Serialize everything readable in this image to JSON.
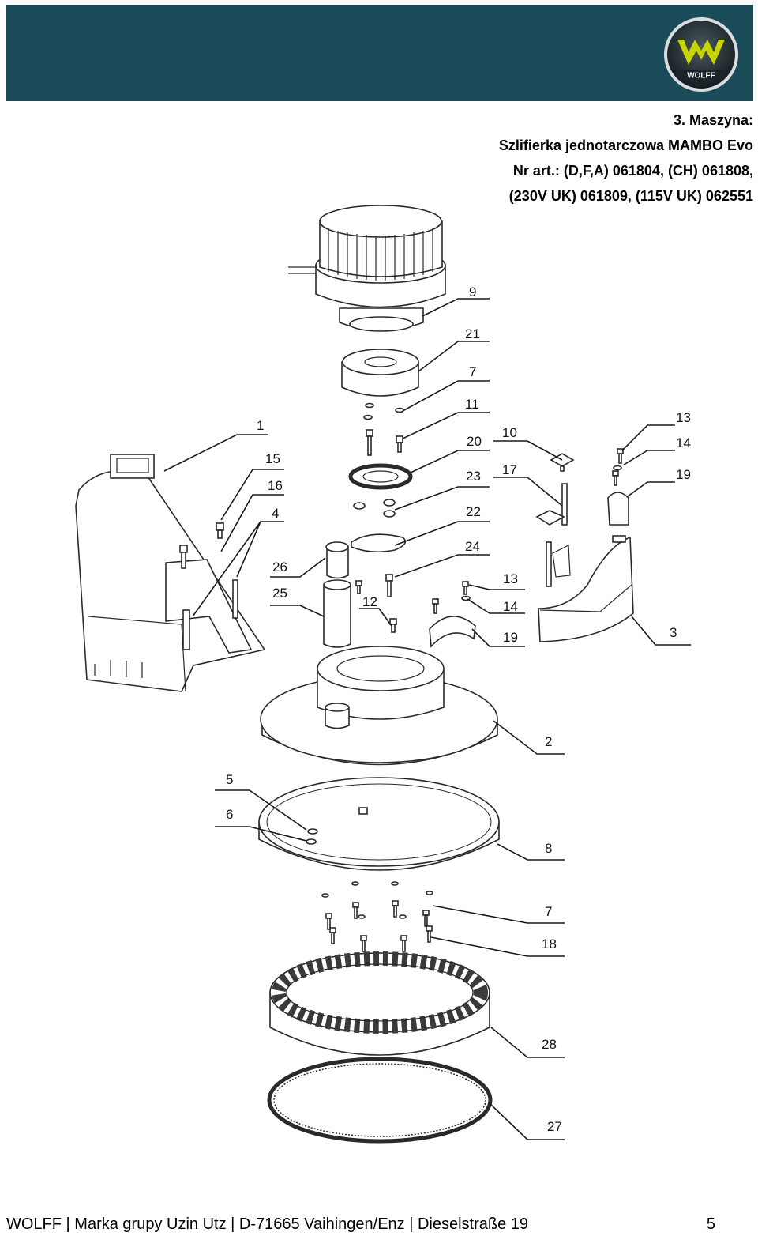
{
  "header": {
    "logo_text": "WOLFF",
    "title_lines": [
      "3. Maszyna:",
      "Szlifierka jednotarczowa MAMBO Evo",
      "Nr art.: (D,F,A) 061804, (CH) 061808,",
      "(230V UK) 061809, (115V UK) 062551"
    ]
  },
  "diagram": {
    "callouts": {
      "c1": "1",
      "c2": "2",
      "c3": "3",
      "c4": "4",
      "c5": "5",
      "c6": "6",
      "c7a": "7",
      "c7b": "7",
      "c8": "8",
      "c9": "9",
      "c10": "10",
      "c11": "11",
      "c12": "12",
      "c13a": "13",
      "c13b": "13",
      "c14a": "14",
      "c14b": "14",
      "c15": "15",
      "c16": "16",
      "c17": "17",
      "c18": "18",
      "c19a": "19",
      "c19b": "19",
      "c20": "20",
      "c21": "21",
      "c22": "22",
      "c23": "23",
      "c24": "24",
      "c25": "25",
      "c26": "26",
      "c27": "27",
      "c28": "28"
    }
  },
  "footer": {
    "text": "WOLFF | Marka grupy Uzin Utz | D-71665 Vaihingen/Enz | Dieselstraße 19",
    "page_number": "5"
  },
  "colors": {
    "header_bar": "#1b4a58",
    "logo_accent": "#c8d400"
  }
}
